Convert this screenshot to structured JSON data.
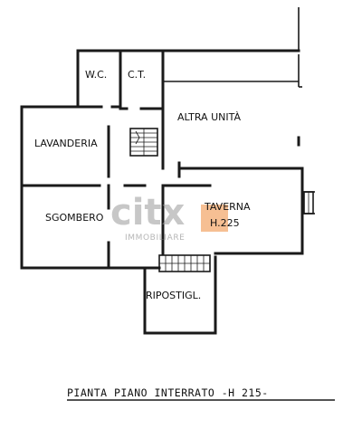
{
  "rooms": {
    "wc": "W.C.",
    "ct": "C.T.",
    "altra_unita": "ALTRA UNITÀ",
    "lavanderia": "LAVANDERIA",
    "taverna": "TAVERNA",
    "taverna_height": "H.225",
    "sgombero": "SGOMBERO",
    "ripostiglio": "RIPOSTIGL."
  },
  "caption": "PIANTA PIANO INTERRATO -H 215-",
  "watermark": {
    "logo_text": "citx",
    "subtitle": "IMMOBILIARE",
    "colors": {
      "gray": "#9a9a9a",
      "orange": "#f08c3c"
    }
  }
}
